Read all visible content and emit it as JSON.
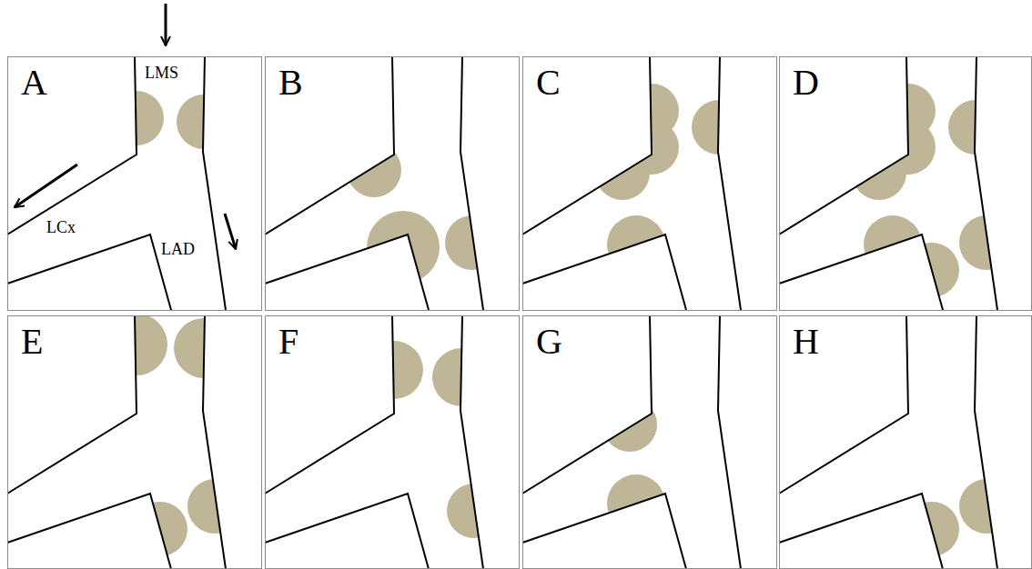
{
  "diagram": {
    "nodes": [
      {
        "text": [
          "A",
          "LMS",
          "LCx",
          "LAD"
        ]
      },
      {
        "text": [
          "B"
        ]
      },
      {
        "text": [
          "C"
        ]
      },
      {
        "text": [
          "D"
        ]
      },
      {
        "text": [
          "E"
        ]
      },
      {
        "text": [
          "F"
        ]
      },
      {
        "text": [
          "G"
        ]
      },
      {
        "text": [
          "H"
        ]
      }
    ]
  }
}
